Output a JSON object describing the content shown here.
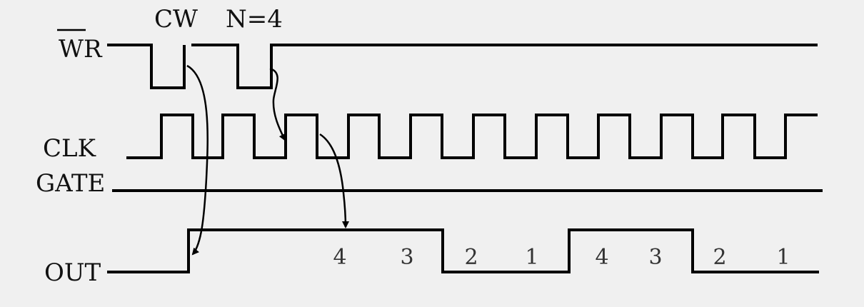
{
  "signals": {
    "wr": "WR",
    "clk": "CLK",
    "gate": "GATE",
    "out": "OUT"
  },
  "annotations": {
    "cw": "CW",
    "n": "N=4"
  },
  "counts": [
    "4",
    "3",
    "2",
    "1",
    "4",
    "3",
    "2",
    "1"
  ],
  "colors": {
    "line": "#000000",
    "background": "#f0f0f0"
  }
}
